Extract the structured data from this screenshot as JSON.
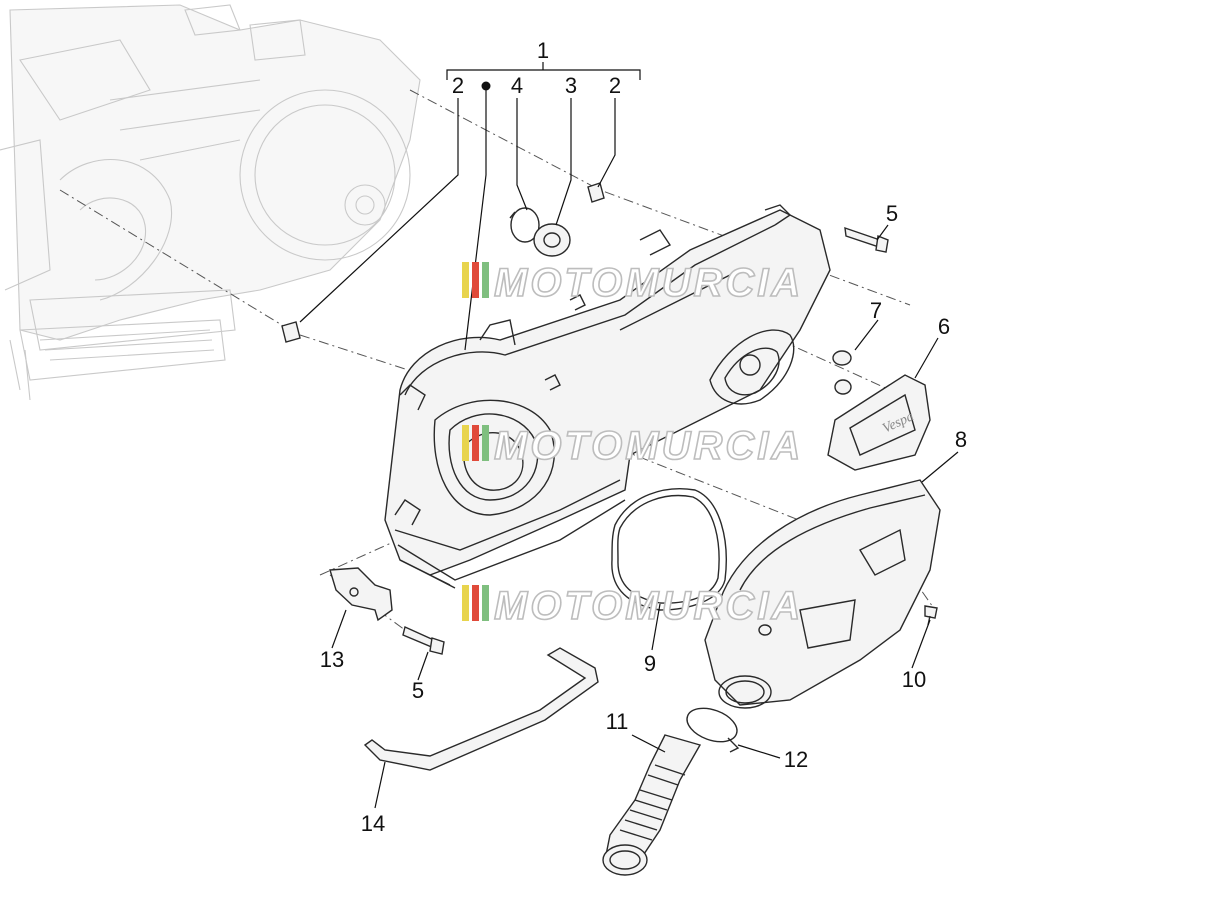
{
  "callouts": {
    "c1": "1",
    "c2a": "2",
    "c2b": "2",
    "c3": "3",
    "c4": "4",
    "c5a": "5",
    "c5b": "5",
    "c6": "6",
    "c7": "7",
    "c8": "8",
    "c9": "9",
    "c10": "10",
    "c11": "11",
    "c12": "12",
    "c13": "13",
    "c14": "14"
  },
  "watermark": {
    "text": "MOTOMURCIA",
    "colors": [
      "#e8d44d",
      "#e04a3a",
      "#7fbf7f"
    ]
  }
}
